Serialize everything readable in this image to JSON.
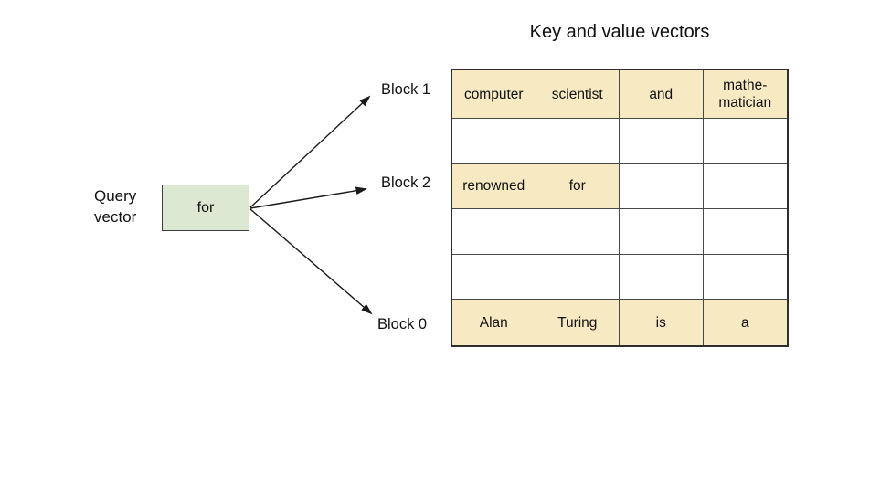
{
  "title": "Key and value vectors",
  "query": {
    "label": "Query\nvector",
    "box_text": "for"
  },
  "blocks": [
    {
      "label": "Block 1"
    },
    {
      "label": "Block 2"
    },
    {
      "label": "Block 0"
    }
  ],
  "colors": {
    "highlight": "#f7eac2",
    "query_box": "#dce8d2",
    "line": "#1a1a1a"
  },
  "table": {
    "columns": 4,
    "rows": [
      {
        "block": "Block 1",
        "cells": [
          {
            "text": "computer",
            "highlighted": true
          },
          {
            "text": "scientist",
            "highlighted": true
          },
          {
            "text": "and",
            "highlighted": true
          },
          {
            "text": "mathe-\nmatician",
            "highlighted": true
          }
        ]
      },
      {
        "block": "",
        "cells": [
          {
            "text": "",
            "highlighted": false
          },
          {
            "text": "",
            "highlighted": false
          },
          {
            "text": "",
            "highlighted": false
          },
          {
            "text": "",
            "highlighted": false
          }
        ]
      },
      {
        "block": "Block 2",
        "cells": [
          {
            "text": "renowned",
            "highlighted": true
          },
          {
            "text": "for",
            "highlighted": true
          },
          {
            "text": "",
            "highlighted": false
          },
          {
            "text": "",
            "highlighted": false
          }
        ]
      },
      {
        "block": "",
        "cells": [
          {
            "text": "",
            "highlighted": false
          },
          {
            "text": "",
            "highlighted": false
          },
          {
            "text": "",
            "highlighted": false
          },
          {
            "text": "",
            "highlighted": false
          }
        ]
      },
      {
        "block": "",
        "cells": [
          {
            "text": "",
            "highlighted": false
          },
          {
            "text": "",
            "highlighted": false
          },
          {
            "text": "",
            "highlighted": false
          },
          {
            "text": "",
            "highlighted": false
          }
        ]
      },
      {
        "block": "Block 0",
        "cells": [
          {
            "text": "Alan",
            "highlighted": true
          },
          {
            "text": "Turing",
            "highlighted": true
          },
          {
            "text": "is",
            "highlighted": true
          },
          {
            "text": "a",
            "highlighted": true
          }
        ]
      }
    ]
  }
}
